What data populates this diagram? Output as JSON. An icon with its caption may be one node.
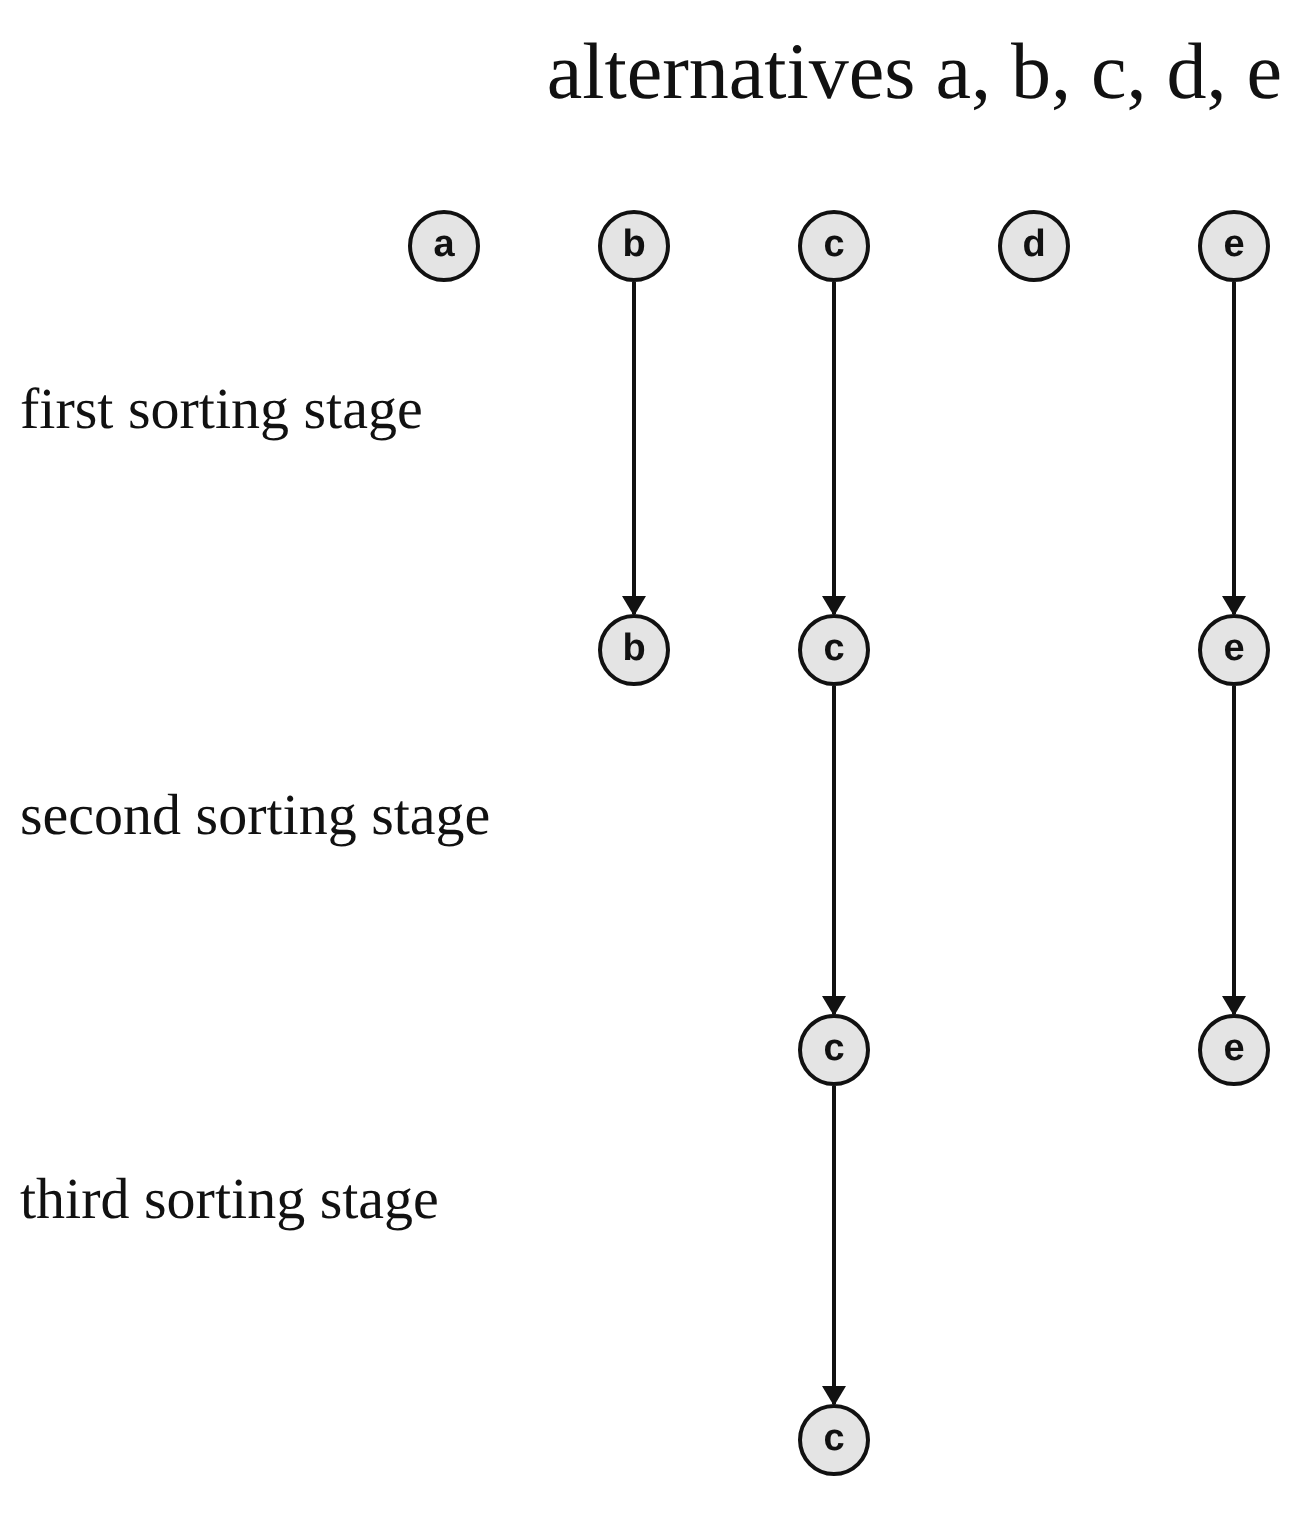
{
  "diagram": {
    "title": "alternatives a, b, c, d, e",
    "nodes": [
      {
        "text": [
          "a"
        ]
      },
      {
        "text": [
          "b"
        ]
      },
      {
        "text": [
          "c"
        ]
      },
      {
        "text": [
          "d"
        ]
      },
      {
        "text": [
          "e"
        ]
      },
      {
        "text": [
          "b"
        ]
      },
      {
        "text": [
          "c"
        ]
      },
      {
        "text": [
          "e"
        ]
      },
      {
        "text": [
          "c"
        ]
      },
      {
        "text": [
          "e"
        ]
      },
      {
        "text": [
          "c"
        ]
      }
    ],
    "edges": [
      {
        "from": 1,
        "to": 5,
        "arrow": "to"
      },
      {
        "from": 2,
        "to": 6,
        "arrow": "to"
      },
      {
        "from": 4,
        "to": 7,
        "arrow": "to"
      },
      {
        "from": 6,
        "to": 8,
        "arrow": "to"
      },
      {
        "from": 7,
        "to": 9,
        "arrow": "to"
      },
      {
        "from": 8,
        "to": 10,
        "arrow": "to"
      }
    ],
    "labels": [
      "first sorting stage",
      "second sorting stage",
      "third sorting stage"
    ]
  }
}
